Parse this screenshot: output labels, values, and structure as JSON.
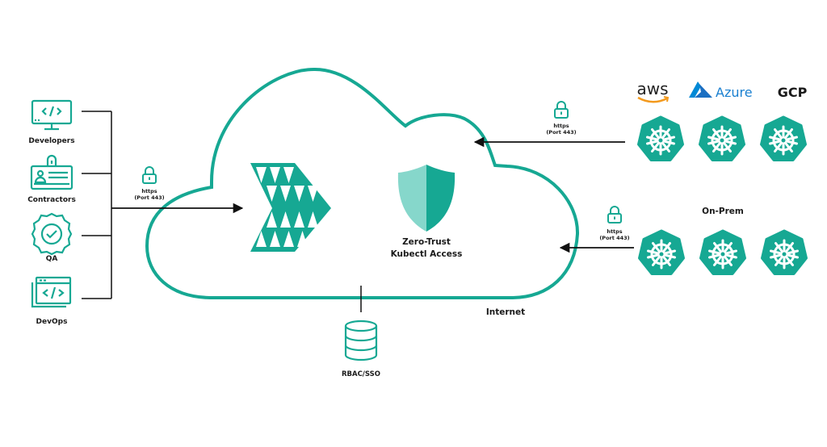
{
  "colors": {
    "teal": "#16a893",
    "teal_light": "#86d7cb",
    "line": "#111111"
  },
  "users": [
    {
      "label": "Developers",
      "icon": "monitor-code-icon"
    },
    {
      "label": "Contractors",
      "icon": "id-badge-icon"
    },
    {
      "label": "QA",
      "icon": "check-badge-icon"
    },
    {
      "label": "DevOps",
      "icon": "browser-code-icon"
    }
  ],
  "connections": {
    "left": {
      "protocol": "https",
      "port": "(Port 443)"
    },
    "cloud_providers": {
      "protocol": "https",
      "port": "(Port 443)"
    },
    "on_prem": {
      "protocol": "https",
      "port": "(Port 443)"
    }
  },
  "cloud": {
    "product_label_line1": "Zero-Trust",
    "product_label_line2": "Kubectl Access",
    "internet_label": "Internet"
  },
  "rbac": {
    "label": "RBAC/SSO"
  },
  "providers": {
    "aws": "aws",
    "azure": "Azure",
    "gcp": "GCP"
  },
  "on_prem_label": "On-Prem"
}
